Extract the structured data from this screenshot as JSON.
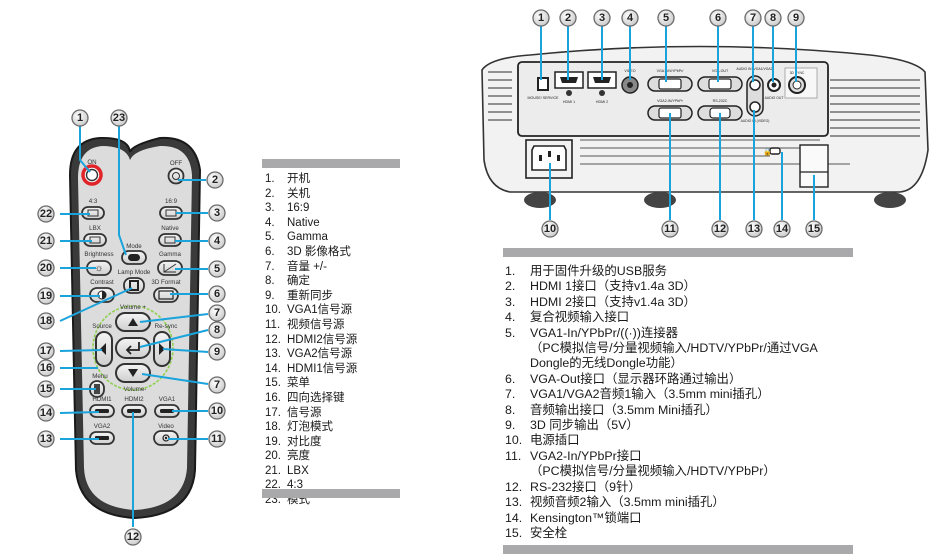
{
  "remote": {
    "button_labels": {
      "on": "ON",
      "off": "OFF",
      "r43": "4:3",
      "r169": "16:9",
      "lbx": "LBX",
      "native": "Native",
      "mode": "Mode",
      "brightness": "Brightness",
      "gamma": "Gamma",
      "lamp_mode": "Lamp Mode",
      "contrast": "Contrast",
      "format3d": "3D Format",
      "volume_up": "Volume +",
      "source": "Source",
      "resync": "Re-sync",
      "menu": "Menu",
      "volume_down": "Volume-",
      "hdmi1": "HDMI1",
      "hdmi2": "HDMI2",
      "vga1": "VGA1",
      "vga2": "VGA2",
      "video": "Video"
    },
    "callouts": [
      "1",
      "2",
      "3",
      "4",
      "5",
      "6",
      "7",
      "8",
      "9",
      "10",
      "11",
      "12",
      "13",
      "14",
      "15",
      "16",
      "17",
      "18",
      "19",
      "20",
      "21",
      "22",
      "23",
      "7"
    ]
  },
  "remote_legend": [
    {
      "num": "1.",
      "text": "开机"
    },
    {
      "num": "2.",
      "text": "关机"
    },
    {
      "num": "3.",
      "text": "16:9"
    },
    {
      "num": "4.",
      "text": "Native"
    },
    {
      "num": "5.",
      "text": "Gamma"
    },
    {
      "num": "6.",
      "text": "3D 影像格式"
    },
    {
      "num": "7.",
      "text": "音量 +/-"
    },
    {
      "num": "8.",
      "text": "确定"
    },
    {
      "num": "9.",
      "text": "重新同步"
    },
    {
      "num": "10.",
      "text": "VGA1信号源"
    },
    {
      "num": "11.",
      "text": "视频信号源"
    },
    {
      "num": "12.",
      "text": "HDMI2信号源"
    },
    {
      "num": "13.",
      "text": "VGA2信号源"
    },
    {
      "num": "14.",
      "text": "HDMI1信号源"
    },
    {
      "num": "15.",
      "text": "菜单"
    },
    {
      "num": "16.",
      "text": "四向选择键"
    },
    {
      "num": "17.",
      "text": "信号源"
    },
    {
      "num": "18.",
      "text": "灯泡模式"
    },
    {
      "num": "19.",
      "text": "对比度"
    },
    {
      "num": "20.",
      "text": "亮度"
    },
    {
      "num": "21.",
      "text": "LBX"
    },
    {
      "num": "22.",
      "text": "4:3"
    },
    {
      "num": "23.",
      "text": "模式"
    }
  ],
  "projector": {
    "port_labels": {
      "usb": "MOUSE/ SERVICE",
      "hdmi1": "HDMI 1",
      "hdmi2": "HDMI 2",
      "video": "VIDEO",
      "vga1_in": "VGA1-IN/YPbPr/",
      "vga_out": "VGA-OUT",
      "vga2_in": "VGA2-IN/YPbPr",
      "rs232": "RS-232C",
      "audio_in1": "AUDIO IN (VGA1/VGA2)",
      "audio_out": "AUDIO OUT",
      "audio_in2": "AUDIO IN (VIDEO)",
      "sync3d": "3D SYNC"
    },
    "callouts": [
      "1",
      "2",
      "3",
      "4",
      "5",
      "6",
      "7",
      "8",
      "9",
      "10",
      "11",
      "12",
      "13",
      "14",
      "15"
    ]
  },
  "projector_legend": [
    {
      "num": "1.",
      "text": "用于固件升级的USB服务"
    },
    {
      "num": "2.",
      "text": "HDMI 1接口（支持v1.4a 3D）"
    },
    {
      "num": "3.",
      "text": "HDMI 2接口（支持v1.4a 3D）"
    },
    {
      "num": "4.",
      "text": "复合视频输入接口"
    },
    {
      "num": "5.",
      "text": "VGA1-In/YPbPr/((·))连接器",
      "sub": [
        "（PC模拟信号/分量视频输入/HDTV/YPbPr/通过VGA",
        "Dongle的无线Dongle功能）"
      ]
    },
    {
      "num": "6.",
      "text": "VGA-Out接口（显示器环路通过输出）"
    },
    {
      "num": "7.",
      "text": "VGA1/VGA2音频1输入（3.5mm mini插孔）"
    },
    {
      "num": "8.",
      "text": "音频输出接口（3.5mm Mini插孔）"
    },
    {
      "num": "9.",
      "text": "3D 同步输出（5V）"
    },
    {
      "num": "10.",
      "text": "电源插口"
    },
    {
      "num": "11.",
      "text": "VGA2-In/YPbPr接口",
      "sub": [
        "（PC模拟信号/分量视频输入/HDTV/YPbPr）"
      ]
    },
    {
      "num": "12.",
      "text": "RS-232接口（9针）"
    },
    {
      "num": "13.",
      "text": "视频音频2输入（3.5mm mini插孔）"
    },
    {
      "num": "14.",
      "text": "Kensington™锁端口"
    },
    {
      "num": "15.",
      "text": "安全栓"
    }
  ],
  "colors": {
    "leader": "#1ba3dc",
    "dpad_ring": "#8fd14f",
    "power_ring": "#e0242a",
    "rule_bar": "#a9a9ab"
  }
}
